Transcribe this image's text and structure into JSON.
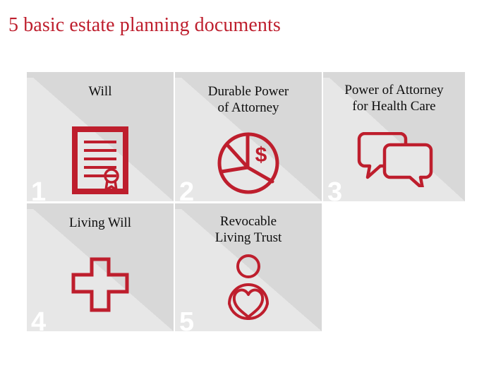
{
  "page": {
    "title": "5 basic estate planning documents",
    "accent_color": "#be1e2d",
    "tile_light_color": "#e7e7e7",
    "tile_dark_color": "#d8d8d8",
    "number_color": "#ffffff",
    "label_color": "#0d0d0d"
  },
  "tiles": [
    {
      "number": "1",
      "label": "Will",
      "icon": "document-certificate-icon"
    },
    {
      "number": "2",
      "label": "Durable Power of Attorney",
      "label_line1": "Durable Power",
      "label_line2": "of Attorney",
      "icon": "pie-chart-dollar-icon"
    },
    {
      "number": "3",
      "label": "Power of Attorney for Health Care",
      "label_line1": "Power of Attorney",
      "label_line2": "for Health Care",
      "icon": "speech-bubbles-icon"
    },
    {
      "number": "4",
      "label": "Living Will",
      "icon": "medical-cross-icon"
    },
    {
      "number": "5",
      "label": "Revocable Living Trust",
      "label_line1": "Revocable",
      "label_line2": "Living Trust",
      "icon": "person-heart-icon"
    }
  ]
}
